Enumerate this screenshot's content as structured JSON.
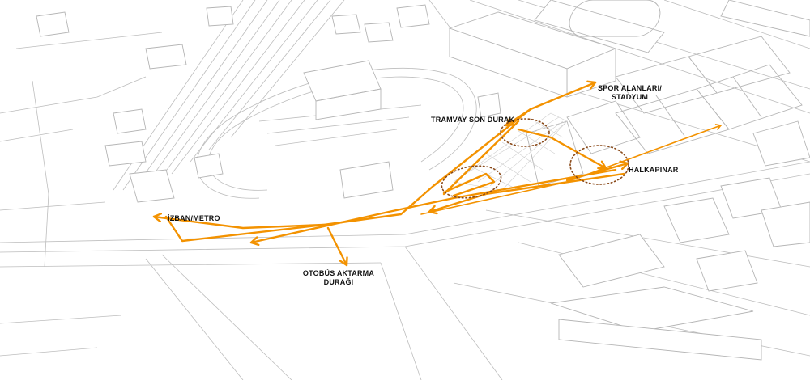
{
  "colors": {
    "route": "#f39200",
    "node_ring": "#8a4a1a",
    "linework": "#b9b9b9",
    "background": "#ffffff",
    "label": "#111111"
  },
  "labels": {
    "izban_metro": "İZBAN/METRO",
    "tramvay_son_durak": "TRAMVAY SON DURAK",
    "spor_line1": "SPOR ALANLARI/",
    "spor_line2": "STADYUM",
    "halkapinar": "HALKAPINAR",
    "otobus_line1": "OTOBÜS AKTARMA",
    "otobus_line2": "DURAĞI"
  }
}
